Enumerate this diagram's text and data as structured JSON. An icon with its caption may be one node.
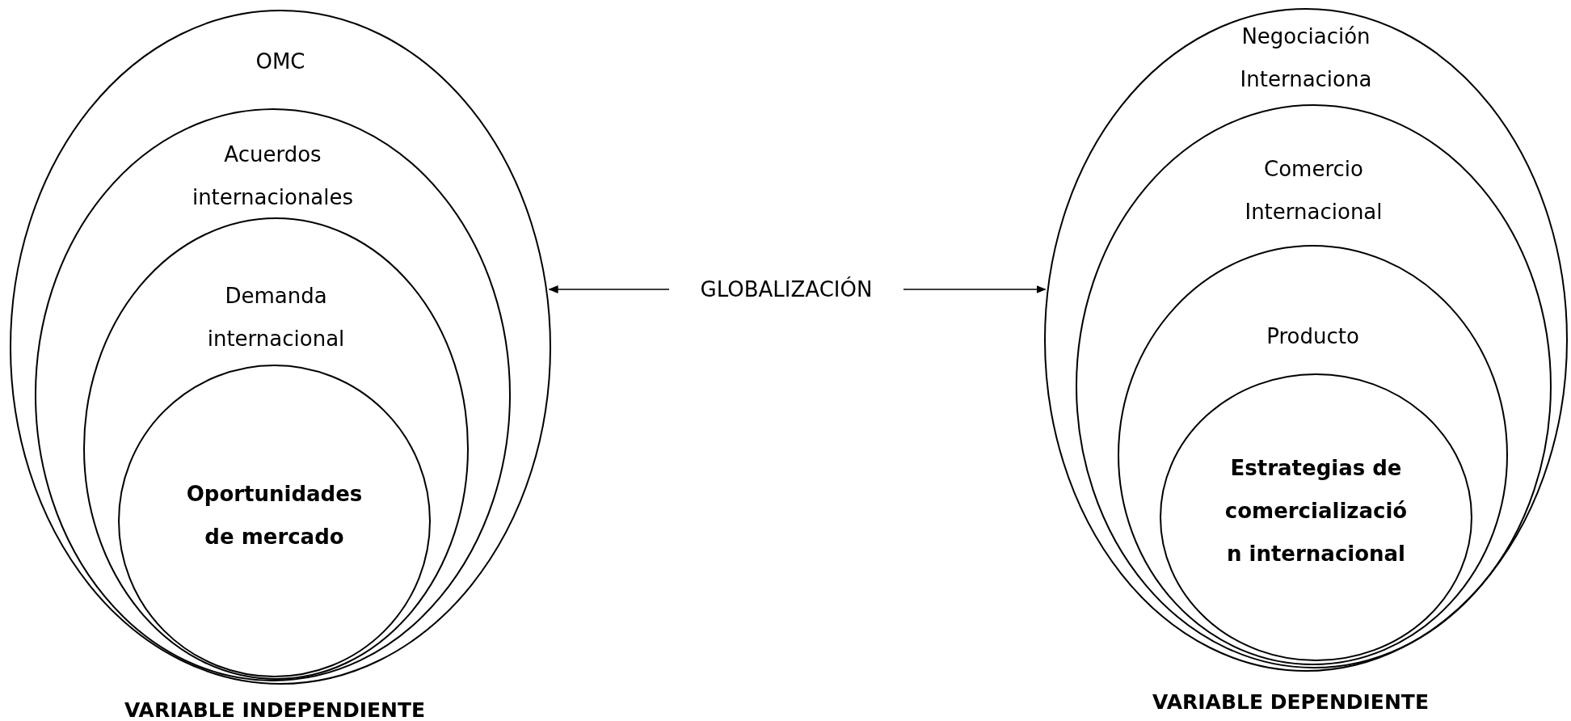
{
  "diagram": {
    "nodes": [
      {
        "text": [
          "OMC"
        ],
        "beside": [
          "VARIABLE INDEPENDIENTE"
        ]
      },
      {
        "text": [
          "Acuerdos internacionales"
        ],
        "in": 0
      },
      {
        "text": [
          "Demanda internacional"
        ],
        "in": 1
      },
      {
        "text": [
          "Oportunidades de mercado"
        ],
        "in": 2
      },
      {
        "text": [
          "GLOBALIZACIÓN"
        ]
      },
      {
        "text": [
          "Negociación Internaciona"
        ],
        "beside": [
          "VARIABLE DEPENDIENTE"
        ]
      },
      {
        "text": [
          "Comercio Internacional"
        ],
        "in": 5
      },
      {
        "text": [
          "Producto"
        ],
        "in": 6
      },
      {
        "text": [
          "Estrategias de comercializació n internacional"
        ],
        "in": 7
      }
    ],
    "edges": [
      {
        "from": 4,
        "to": 0,
        "arrow": "to"
      },
      {
        "from": 4,
        "to": 5,
        "arrow": "to"
      }
    ]
  }
}
